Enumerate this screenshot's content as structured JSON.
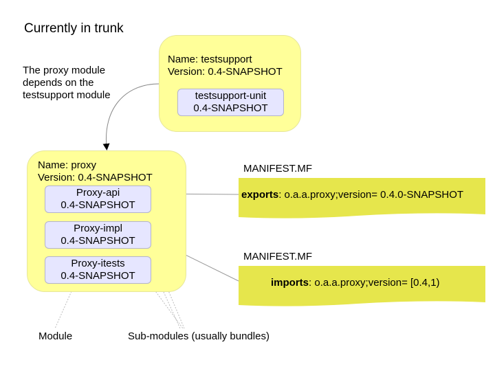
{
  "title": "Currently in trunk",
  "annotation": {
    "lines": [
      "The proxy module",
      "depends on the",
      "testsupport module"
    ]
  },
  "testsupport": {
    "name": "Name: testsupport",
    "version": "Version: 0.4-SNAPSHOT",
    "submodules": [
      {
        "name": "testsupport-unit",
        "version": "0.4-SNAPSHOT"
      }
    ]
  },
  "proxy": {
    "name": "Name: proxy",
    "version": "Version: 0.4-SNAPSHOT",
    "submodules": [
      {
        "name": "Proxy-api",
        "version": "0.4-SNAPSHOT"
      },
      {
        "name": "Proxy-impl",
        "version": "0.4-SNAPSHOT"
      },
      {
        "name": "Proxy-itests",
        "version": "0.4-SNAPSHOT"
      }
    ]
  },
  "manifests": [
    {
      "label": "MANIFEST.MF",
      "keyword": "exports",
      "value": ": o.a.a.proxy;version= 0.4.0-SNAPSHOT"
    },
    {
      "label": "MANIFEST.MF",
      "keyword": "imports",
      "value": ": o.a.a.proxy;version= [0.4,1)"
    }
  ],
  "legend": {
    "module": "Module",
    "submodules": "Sub-modules (usually bundles)"
  },
  "colors": {
    "module_fill": "#ffff99",
    "submodule_fill": "#e6e6ff",
    "manifest_fill": "#e6e64c"
  }
}
